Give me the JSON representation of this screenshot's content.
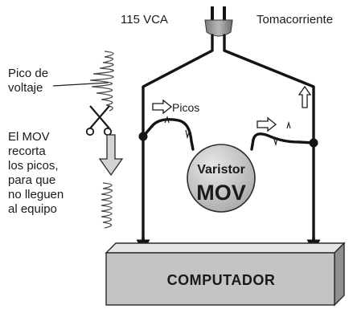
{
  "diagram": {
    "supply_label": "115 VCA",
    "outlet_label": "Tomacorriente",
    "spike_label_line1": "Pico de",
    "spike_label_line2": "voltaje",
    "explanation_lines": [
      "El MOV",
      "recorta",
      "los picos,",
      "para que",
      "no lleguen",
      "al equipo"
    ],
    "picos_label": "Picos",
    "varistor_label": "Varistor",
    "mov_label": "MOV",
    "computer_label": "COMPUTADOR",
    "colors": {
      "line": "#141414",
      "wave": "#4a4a4a",
      "varistor_fill": "#c9c9c9",
      "plug_fill": "#9a9a9a",
      "box_face": "#c4c4c4",
      "box_top": "#e6e6e6",
      "box_side": "#8f8f8f",
      "down_arrow_fill": "#d4d4d4"
    },
    "icons": [
      "power-plug-icon",
      "scissors-icon",
      "right-arrow-icon",
      "up-arrow-icon",
      "down-arrow-icon"
    ]
  }
}
